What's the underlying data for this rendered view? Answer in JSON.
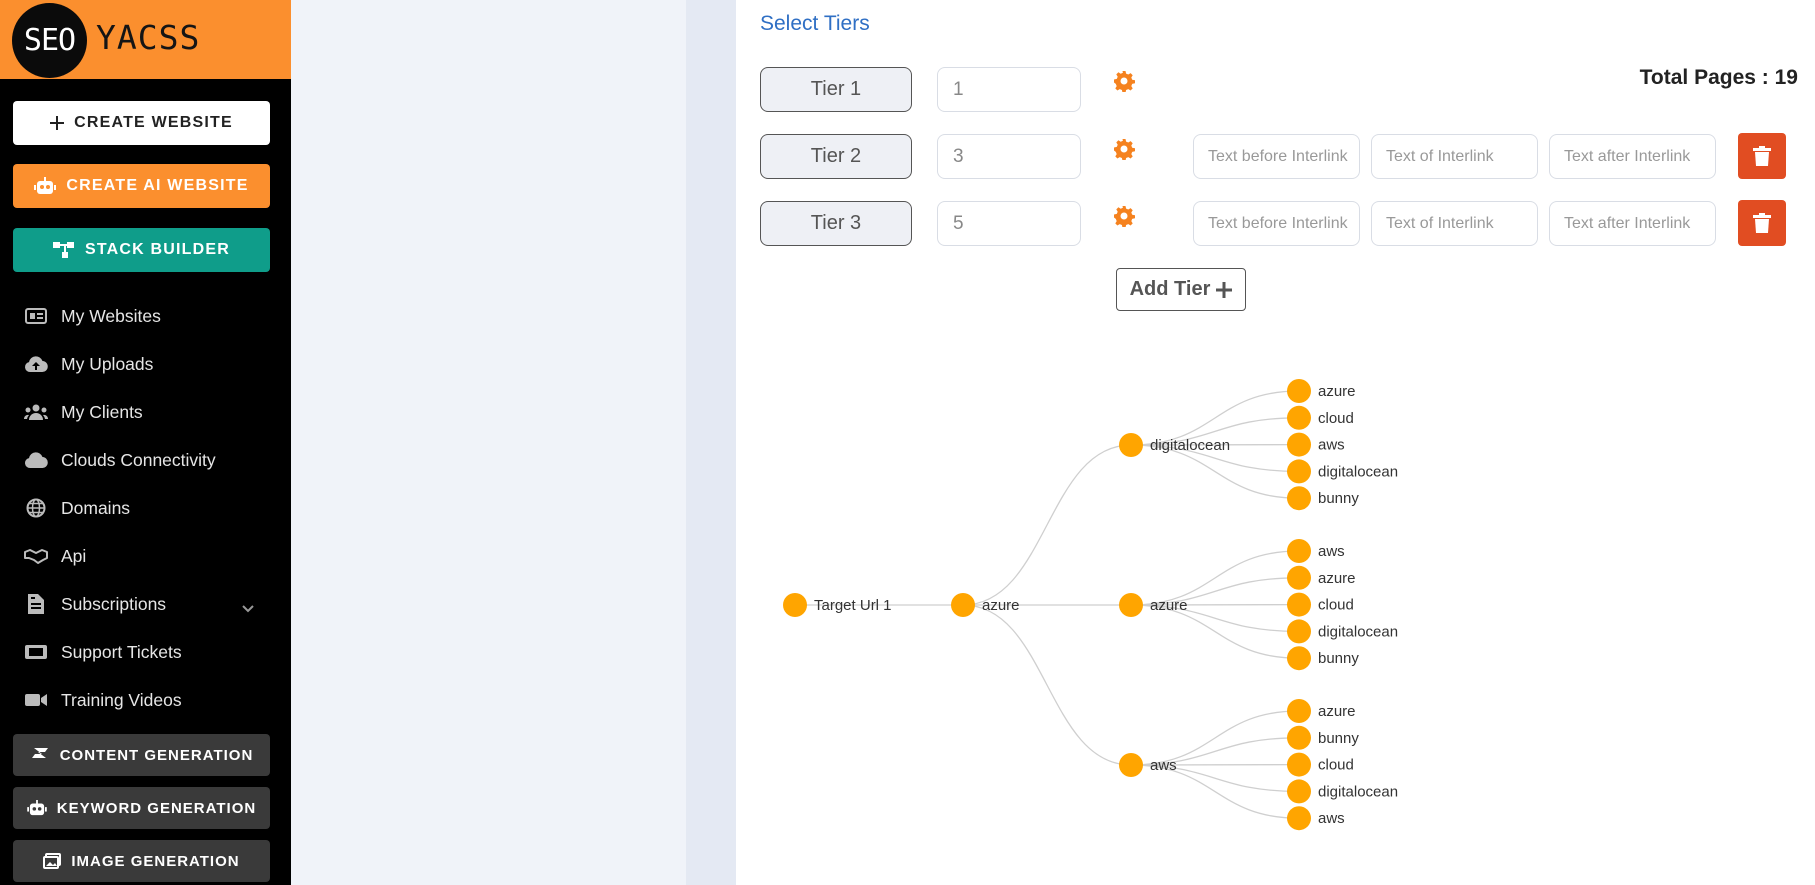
{
  "logo": {
    "mark": "SEO",
    "rest": "YACSS"
  },
  "sidebar": {
    "create_website": "CREATE WEBSITE",
    "create_ai_website": "CREATE AI WEBSITE",
    "stack_builder": "STACK BUILDER",
    "nav": [
      {
        "label": "My Websites",
        "icon": "websites-icon"
      },
      {
        "label": "My Uploads",
        "icon": "cloud-upload-icon"
      },
      {
        "label": "My Clients",
        "icon": "users-icon"
      },
      {
        "label": "Clouds Connectivity",
        "icon": "cloud-icon"
      },
      {
        "label": "Domains",
        "icon": "globe-icon"
      },
      {
        "label": "Api",
        "icon": "handshake-icon"
      },
      {
        "label": "Subscriptions",
        "icon": "file-invoice-icon"
      },
      {
        "label": "Support Tickets",
        "icon": "ticket-icon"
      },
      {
        "label": "Training Videos",
        "icon": "video-icon"
      }
    ],
    "content_generation": "CONTENT GENERATION",
    "keyword_generation": "KEYWORD GENERATION",
    "image_generation": "IMAGE GENERATION"
  },
  "main": {
    "title": "Select Tiers",
    "total_pages": "Total Pages : 19",
    "add_tier": "Add Tier",
    "placeholders": {
      "before": "Text before Interlink",
      "of": "Text of Interlink",
      "after": "Text after Interlink"
    },
    "tiers": [
      {
        "label": "Tier 1",
        "count": "1"
      },
      {
        "label": "Tier 2",
        "count": "3"
      },
      {
        "label": "Tier 3",
        "count": "5"
      }
    ]
  },
  "tree": {
    "node_color": "#ffa500",
    "root": "Target Url 1",
    "tier1": "azure",
    "tier2": [
      {
        "name": "digitalocean",
        "children": [
          "azure",
          "cloud",
          "aws",
          "digitalocean",
          "bunny"
        ]
      },
      {
        "name": "azure",
        "children": [
          "aws",
          "azure",
          "cloud",
          "digitalocean",
          "bunny"
        ]
      },
      {
        "name": "aws",
        "children": [
          "azure",
          "bunny",
          "cloud",
          "digitalocean",
          "aws"
        ]
      }
    ]
  }
}
